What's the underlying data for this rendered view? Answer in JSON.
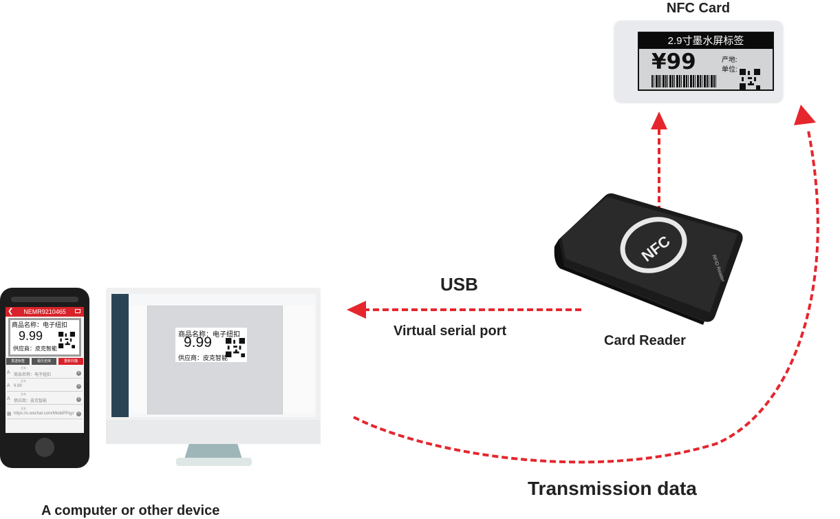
{
  "nfc_card": {
    "title": "NFC Card",
    "label_header": "2.9寸墨水屏标签",
    "price": "¥99",
    "origin": "产地:",
    "unit": "单位:"
  },
  "card_reader": {
    "label": "Card Reader",
    "logo_text": "NFC",
    "side_text": "RFID Reader"
  },
  "connection": {
    "usb_label": "USB",
    "serial_label": "Virtual serial port",
    "transmission_label": "Transmission data"
  },
  "device": {
    "label": "A computer or other device"
  },
  "monitor_label": {
    "title": "商品名称：电子纽扣",
    "price": "9.99",
    "supplier": "供应商：皮克智能"
  },
  "phone": {
    "header": "NEMR9210465",
    "tag_title": "商品名称：电子纽扣",
    "tag_price": "9.99",
    "tag_supplier": "供应商：皮克智能",
    "buttons": [
      "发送标签",
      "看历史库",
      "重新扫描"
    ],
    "fields": [
      {
        "label": "文本",
        "value": "商品名称：电子纽扣"
      },
      {
        "label": "文本",
        "value": "9.99"
      },
      {
        "label": "文本",
        "value": "供应商：皮克智能"
      },
      {
        "label": "文本",
        "value": "https://u.wechat.com/MkddPPqyr"
      }
    ]
  },
  "colors": {
    "arrow": "#e5262d",
    "phone_header": "#d8222a",
    "monitor_screen": "#27495d",
    "text": "#222222"
  }
}
